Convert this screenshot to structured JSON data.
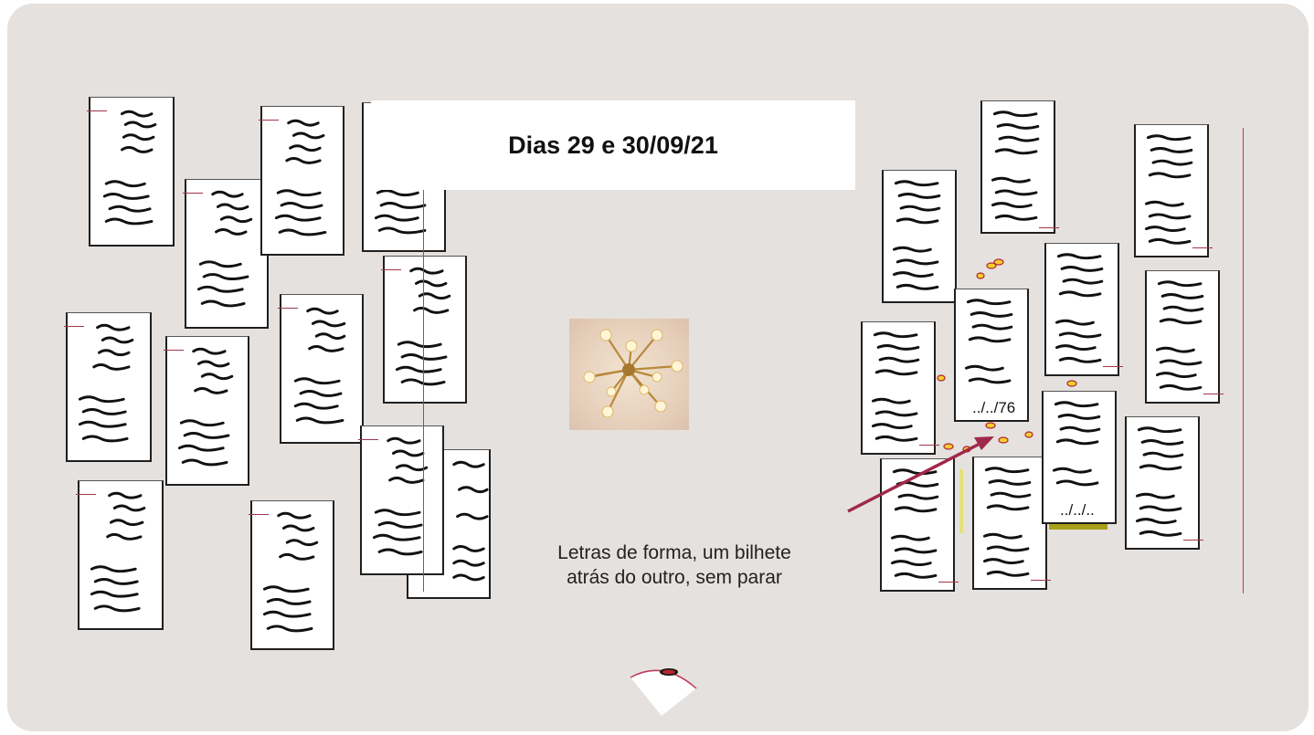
{
  "title": "Dias 29 e 30/09/21",
  "caption_line1": "Letras de forma, um bilhete",
  "caption_line2": "atrás do outro, sem parar",
  "note_label_1": "../../76",
  "note_label_2": "../../..",
  "lamp_image": "chandelier-photo",
  "colors": {
    "background": "#e5e1de",
    "accent_red": "#c0395a",
    "arrow": "#a0284a"
  }
}
